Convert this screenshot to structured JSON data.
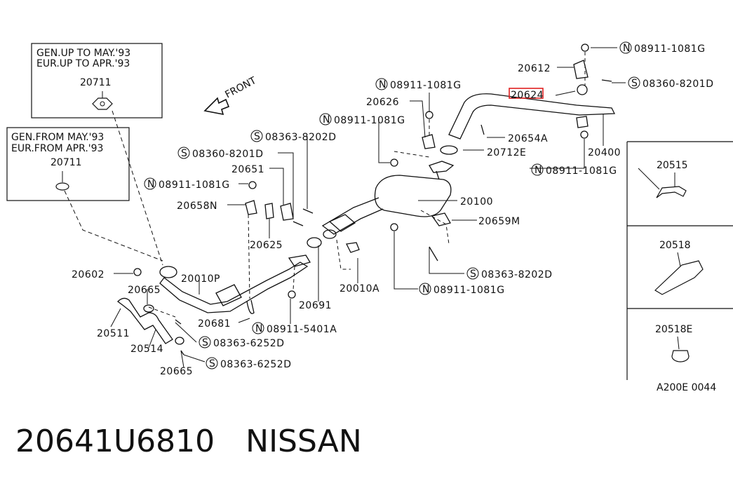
{
  "inset_boxes": [
    {
      "line1": "GEN.UP TO MAY.'93",
      "line2": "EUR.UP TO APR.'93",
      "part": "20711"
    },
    {
      "line1": "GEN.FROM MAY.'93",
      "line2": "EUR.FROM APR.'93",
      "part": "20711"
    }
  ],
  "front_label": "FRONT",
  "side_panels": [
    {
      "part": "20515"
    },
    {
      "part": "20518"
    },
    {
      "part": "20518E"
    }
  ],
  "callouts": [
    {
      "prefix": "N",
      "text": "08911-1081G"
    },
    {
      "prefix": "",
      "text": "20612"
    },
    {
      "prefix": "S",
      "text": "08360-8201D"
    },
    {
      "prefix": "",
      "text": "20624"
    },
    {
      "prefix": "N",
      "text": "08911-1081G"
    },
    {
      "prefix": "",
      "text": "20626"
    },
    {
      "prefix": "N",
      "text": "08911-1081G"
    },
    {
      "prefix": "",
      "text": "20654A"
    },
    {
      "prefix": "",
      "text": "20712E"
    },
    {
      "prefix": "",
      "text": "20400"
    },
    {
      "prefix": "N",
      "text": "08911-1081G"
    },
    {
      "prefix": "S",
      "text": "08363-8202D"
    },
    {
      "prefix": "S",
      "text": "08360-8201D"
    },
    {
      "prefix": "",
      "text": "20651"
    },
    {
      "prefix": "N",
      "text": "08911-1081G"
    },
    {
      "prefix": "",
      "text": "20658N"
    },
    {
      "prefix": "",
      "text": "20625"
    },
    {
      "prefix": "",
      "text": "20100"
    },
    {
      "prefix": "",
      "text": "20659M"
    },
    {
      "prefix": "S",
      "text": "08363-8202D"
    },
    {
      "prefix": "",
      "text": "20602"
    },
    {
      "prefix": "",
      "text": "20010P"
    },
    {
      "prefix": "",
      "text": "20665"
    },
    {
      "prefix": "",
      "text": "20010A"
    },
    {
      "prefix": "N",
      "text": "08911-1081G"
    },
    {
      "prefix": "",
      "text": "20691"
    },
    {
      "prefix": "",
      "text": "20681"
    },
    {
      "prefix": "N",
      "text": "08911-5401A"
    },
    {
      "prefix": "",
      "text": "20511"
    },
    {
      "prefix": "",
      "text": "20514"
    },
    {
      "prefix": "S",
      "text": "08363-6252D"
    },
    {
      "prefix": "S",
      "text": "08363-6252D"
    },
    {
      "prefix": "",
      "text": "20665"
    }
  ],
  "diagram_code": "A200E 0044",
  "highlight_color": "#e02020",
  "caption": {
    "part_number": "20641U6810",
    "brand": "NISSAN"
  }
}
